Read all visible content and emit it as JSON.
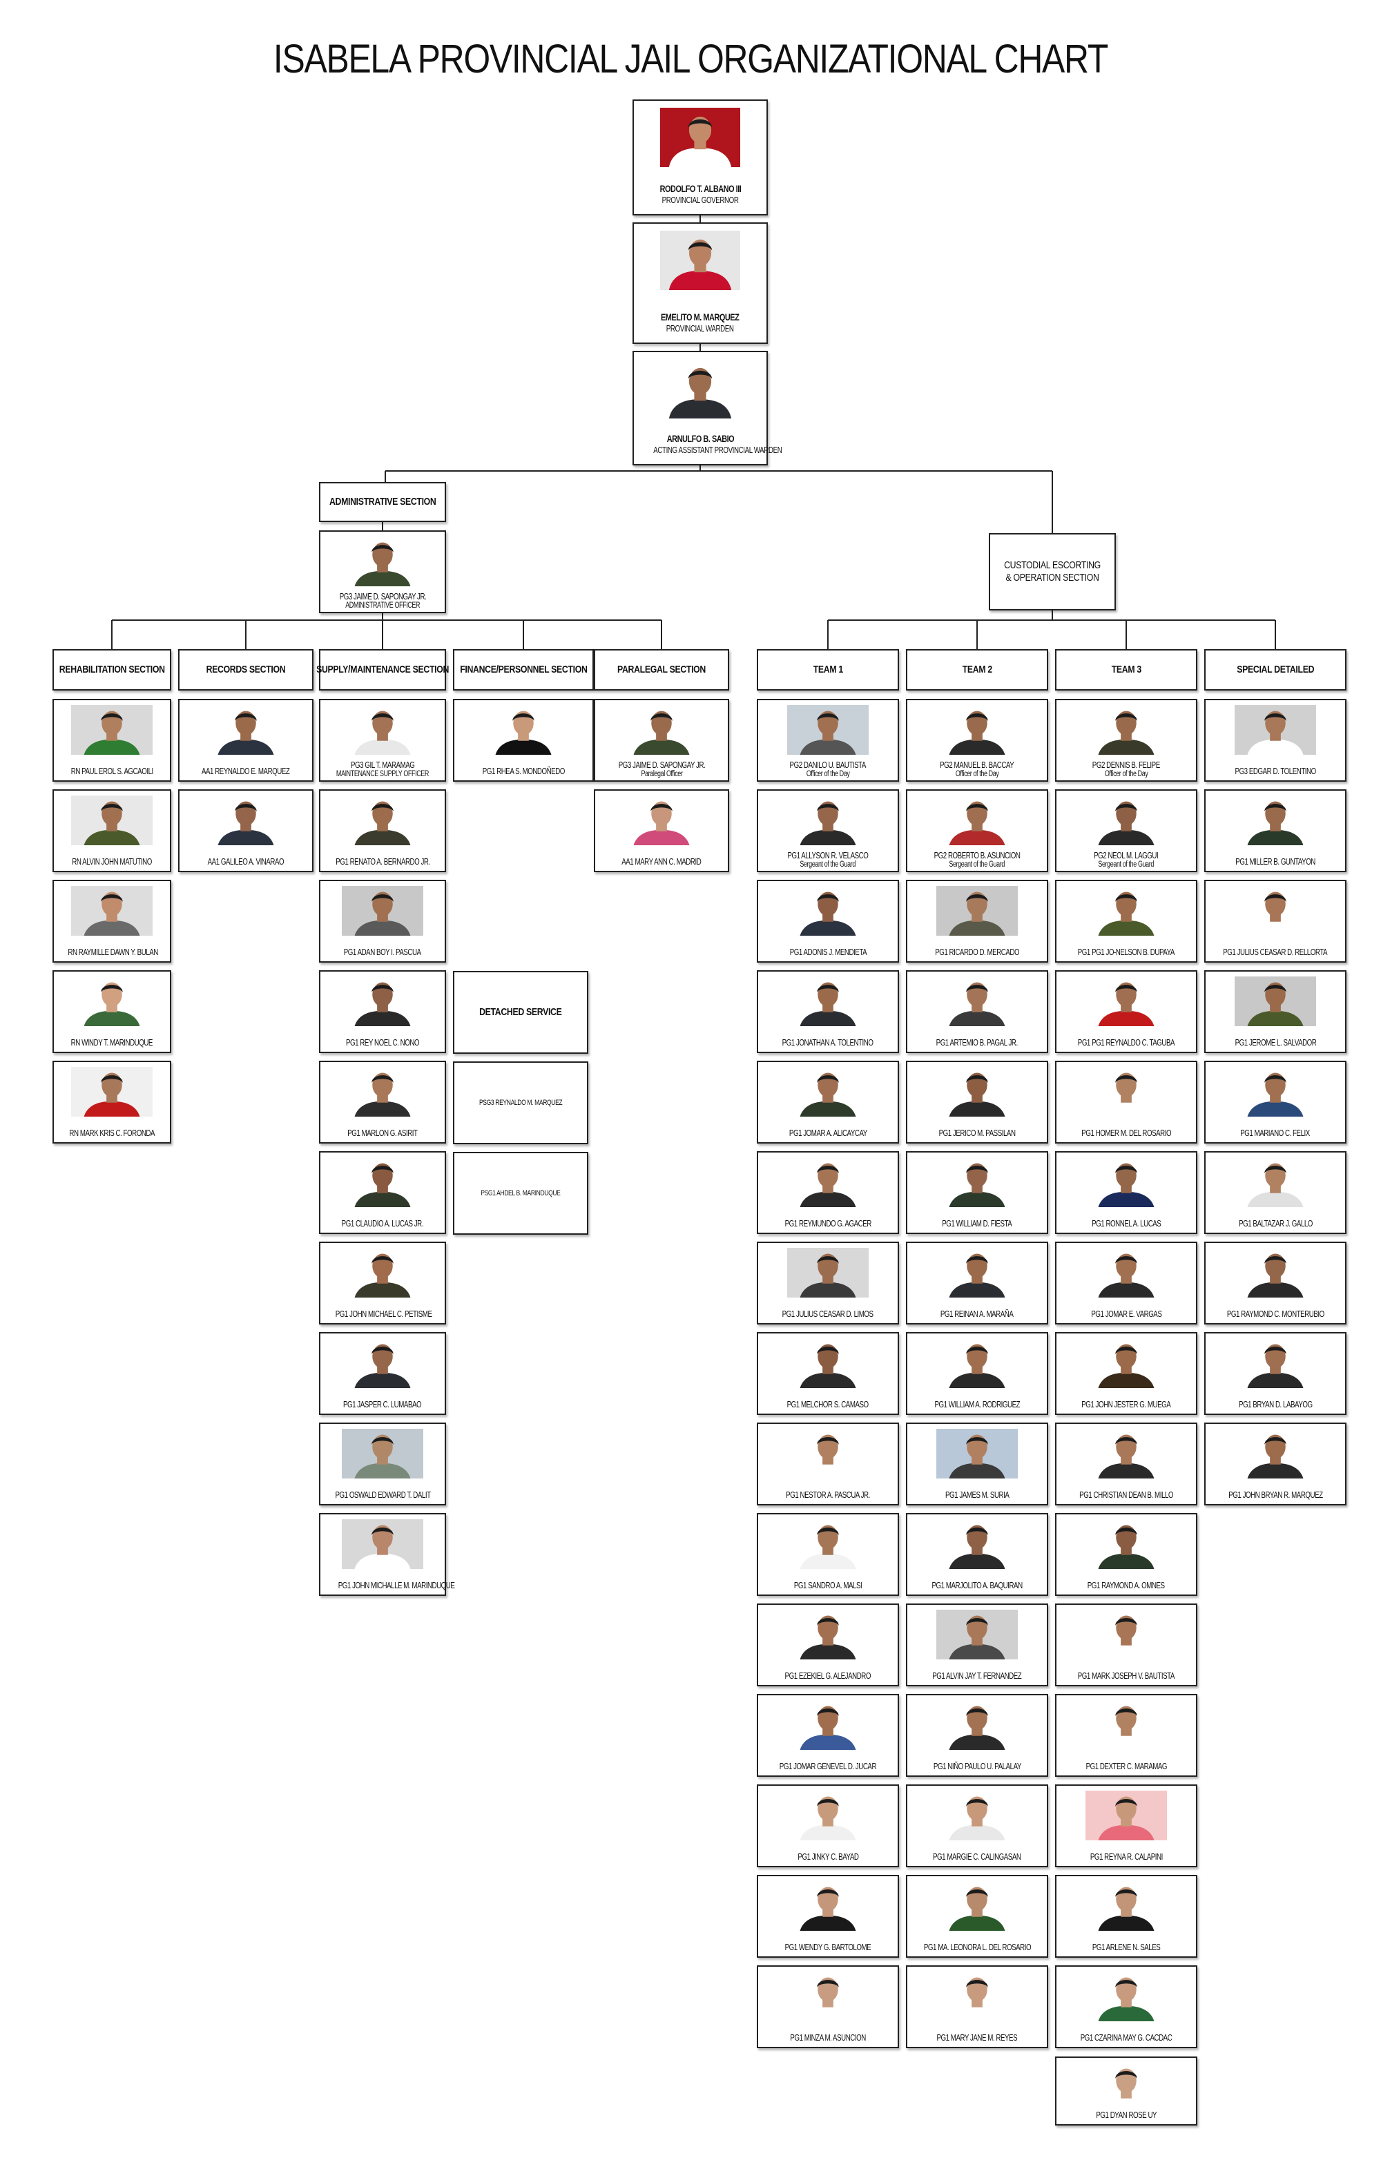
{
  "title": "ISABELA PROVINCIAL JAIL ORGANIZATIONAL CHART",
  "colors": {
    "line": "#222222",
    "box_border": "#222222",
    "background": "#ffffff"
  },
  "top_chain": [
    {
      "name": "RODOLFO T. ALBANO III",
      "role": "PROVINCIAL GOVERNOR",
      "photo": {
        "bg": "#b0141c",
        "shirt": "#ffffff",
        "skin": "#c48b6a"
      }
    },
    {
      "name": "EMELITO M. MARQUEZ",
      "role": "PROVINCIAL WARDEN",
      "photo": {
        "bg": "#e6e6e6",
        "shirt": "#c8102e",
        "skin": "#b88262"
      }
    },
    {
      "name": "ARNULFO B. SABIO",
      "role": "ACTING ASSISTANT PROVINCIAL WARDEN",
      "photo": {
        "bg": "#ffffff",
        "shirt": "#2a2e33",
        "skin": "#9c6c4e"
      }
    }
  ],
  "admin": {
    "header": "ADMINISTRATIVE SECTION",
    "officer": {
      "name": "PG3 JAIME D. SAPONGAY JR.",
      "role": "ADMINISTRATIVE OFFICER",
      "photo": {
        "bg": "#ffffff",
        "shirt": "#3a4a2e",
        "skin": "#9a6a4c"
      }
    }
  },
  "custodial": {
    "header": "CUSTODIAL ESCORTING & OPERATION SECTION"
  },
  "sections": [
    {
      "header": "REHABILITATION SECTION",
      "members": [
        {
          "name": "RN PAUL EROL S. AGCAOILI",
          "role": "",
          "photo": {
            "bg": "#d9d9d9",
            "shirt": "#2e7d32",
            "skin": "#b07f5d"
          }
        },
        {
          "name": "RN ALVIN JOHN MATUTINO",
          "role": "",
          "photo": {
            "bg": "#e8e8e8",
            "shirt": "#4a5a2a",
            "skin": "#a07050"
          }
        },
        {
          "name": "RN RAYMILLE DAWN Y. BULAN",
          "role": "",
          "photo": {
            "bg": "#dddddd",
            "shirt": "#6a6a6a",
            "skin": "#c08c6c"
          }
        },
        {
          "name": "RN WINDY T. MARINDUQUE",
          "role": "",
          "photo": {
            "bg": "#ffffff",
            "shirt": "#3a6a3a",
            "skin": "#d0a080"
          }
        },
        {
          "name": "RN MARK KRIS C. FORONDA",
          "role": "",
          "photo": {
            "bg": "#f0f0f0",
            "shirt": "#c21a1a",
            "skin": "#a8785a"
          }
        }
      ]
    },
    {
      "header": "RECORDS SECTION",
      "members": [
        {
          "name": "AA1 REYNALDO E. MARQUEZ",
          "role": "",
          "photo": {
            "bg": "#ffffff",
            "shirt": "#2b3340",
            "skin": "#9a6a4a"
          }
        },
        {
          "name": "AA1 GALILEO A. VINARAO",
          "role": "",
          "photo": {
            "bg": "#ffffff",
            "shirt": "#2b3340",
            "skin": "#94654a"
          }
        }
      ]
    },
    {
      "header": "SUPPLY/MAINTENANCE SECTION",
      "members": [
        {
          "name": "PG3 GIL T. MARAMAG",
          "role": "MAINTENANCE SUPPLY OFFICER",
          "photo": {
            "bg": "#ffffff",
            "shirt": "#e8e8e8",
            "skin": "#a47254"
          }
        },
        {
          "name": "PG1 RENATO A. BERNARDO JR.",
          "role": "",
          "photo": {
            "bg": "#ffffff",
            "shirt": "#3b3b2e",
            "skin": "#9c6c4c"
          }
        },
        {
          "name": "PG1 ADAN BOY I. PASCUA",
          "role": "",
          "photo": {
            "bg": "#c8c8c8",
            "shirt": "#5a5a5a",
            "skin": "#a07050"
          }
        },
        {
          "name": "PG1 REY NOEL C. NONO",
          "role": "",
          "photo": {
            "bg": "#ffffff",
            "shirt": "#2a2a2a",
            "skin": "#8e6046"
          }
        },
        {
          "name": "PG1 MARLON G. ASIRIT",
          "role": "",
          "photo": {
            "bg": "#ffffff",
            "shirt": "#2e2e2e",
            "skin": "#a87858"
          }
        },
        {
          "name": "PG1 CLAUDIO A. LUCAS JR.",
          "role": "",
          "photo": {
            "bg": "#ffffff",
            "shirt": "#2f3a2a",
            "skin": "#8a5a40"
          }
        },
        {
          "name": "PG1 JOHN MICHAEL C. PETISME",
          "role": "",
          "photo": {
            "bg": "#ffffff",
            "shirt": "#3a3a2a",
            "skin": "#a06c4c"
          }
        },
        {
          "name": "PG1 JASPER C. LUMABAO",
          "role": "",
          "photo": {
            "bg": "#ffffff",
            "shirt": "#2a2e33",
            "skin": "#96664a"
          }
        },
        {
          "name": "PG1 OSWALD EDWARD T. DALIT",
          "role": "",
          "photo": {
            "bg": "#c0c8d0",
            "shirt": "#7a8a7a",
            "skin": "#b08868"
          }
        },
        {
          "name": "PG1 JOHN MICHALLE M. MARINDUQUE",
          "role": "",
          "photo": {
            "bg": "#d8d8d8",
            "shirt": "#ffffff",
            "skin": "#b8866a"
          }
        }
      ]
    },
    {
      "header": "FINANCE/PERSONNEL SECTION",
      "members": [
        {
          "name": "PG1 RHEA S. MONDOÑEDO",
          "role": "",
          "photo": {
            "bg": "#ffffff",
            "shirt": "#111111",
            "skin": "#c99a7a"
          }
        }
      ]
    },
    {
      "header": "PARALEGAL SECTION",
      "members": [
        {
          "name": "PG3 JAIME D. SAPONGAY JR.",
          "role": "Paralegal Officer",
          "photo": {
            "bg": "#ffffff",
            "shirt": "#3a4a2e",
            "skin": "#9a6a4c"
          }
        },
        {
          "name": "AA1 MARY ANN C. MADRID",
          "role": "",
          "photo": {
            "bg": "#ffffff",
            "shirt": "#d04a7a",
            "skin": "#c8967a"
          }
        }
      ]
    }
  ],
  "detached": {
    "header": "DETACHED SERVICE",
    "members": [
      "PSG3 REYNALDO M. MARQUEZ",
      "PSG1 AHDEL B. MARINDUQUE"
    ]
  },
  "teams": [
    {
      "header": "TEAM 1",
      "members": [
        {
          "name": "PG2 DANILO U. BAUTISTA",
          "role": "Officer of the Day",
          "photo": {
            "bg": "#c8d0d8",
            "shirt": "#555555",
            "skin": "#a07050"
          }
        },
        {
          "name": "PG1 ALLYSON R. VELASCO",
          "role": "Sergeant of the Guard",
          "photo": {
            "bg": "#ffffff",
            "shirt": "#2a2a2a",
            "skin": "#96664a"
          }
        },
        {
          "name": "PG1 ADONIS J. MENDIETA",
          "role": "",
          "photo": {
            "bg": "#ffffff",
            "shirt": "#2b3340",
            "skin": "#8e5e44"
          }
        },
        {
          "name": "PG1 JONATHAN A. TOLENTINO",
          "role": "",
          "photo": {
            "bg": "#ffffff",
            "shirt": "#2a2e33",
            "skin": "#9a6a4a"
          }
        },
        {
          "name": "PG1 JOMAR A. ALICAYCAY",
          "role": "",
          "photo": {
            "bg": "#ffffff",
            "shirt": "#2e3a2a",
            "skin": "#a06e50"
          }
        },
        {
          "name": "PG1 REYMUNDO G. AGACER",
          "role": "",
          "photo": {
            "bg": "#ffffff",
            "shirt": "#2a2a2a",
            "skin": "#a47454"
          }
        },
        {
          "name": "PG1 JULIUS CEASAR D. LIMOS",
          "role": "",
          "photo": {
            "bg": "#d8d8d8",
            "shirt": "#3a3a3a",
            "skin": "#9c6c4e"
          }
        },
        {
          "name": "PG1 MELCHOR S. CAMASO",
          "role": "",
          "photo": {
            "bg": "#ffffff",
            "shirt": "#2b2b2b",
            "skin": "#8a5c42"
          }
        },
        {
          "name": "PG1 NESTOR A. PASCUA JR.",
          "role": "",
          "photo": {
            "bg": "#ffffff",
            "shirt": "#ffffff",
            "skin": "#b08060"
          }
        },
        {
          "name": "PG1 SANDRO A. MALSI",
          "role": "",
          "photo": {
            "bg": "#ffffff",
            "shirt": "#f2f2f2",
            "skin": "#a47656"
          }
        },
        {
          "name": "PG1 EZEKIEL G. ALEJANDRO",
          "role": "",
          "photo": {
            "bg": "#ffffff",
            "shirt": "#2a2a2a",
            "skin": "#a27050"
          }
        },
        {
          "name": "PG1 JOMAR GENEVEL D. JUCAR",
          "role": "",
          "photo": {
            "bg": "#ffffff",
            "shirt": "#3a5a9a",
            "skin": "#a06e4e"
          }
        },
        {
          "name": "PG1 JINKY C. BAYAD",
          "role": "",
          "photo": {
            "bg": "#ffffff",
            "shirt": "#f0f0f0",
            "skin": "#c89a7c"
          }
        },
        {
          "name": "PG1 WENDY G. BARTOLOME",
          "role": "",
          "photo": {
            "bg": "#ffffff",
            "shirt": "#1a1a1a",
            "skin": "#c4967a"
          }
        },
        {
          "name": "PG1 MINZA M. ASUNCION",
          "role": "",
          "photo": {
            "bg": "#ffffff",
            "shirt": "#ffffff",
            "skin": "#c89c80"
          }
        }
      ]
    },
    {
      "header": "TEAM 2",
      "members": [
        {
          "name": "PG2 MANUEL B. BACCAY",
          "role": "Officer of the Day",
          "photo": {
            "bg": "#ffffff",
            "shirt": "#2a2a2a",
            "skin": "#9a6a4c"
          }
        },
        {
          "name": "PG2 ROBERTO B. ASUNCION",
          "role": "Sergeant of the Guard",
          "photo": {
            "bg": "#ffffff",
            "shirt": "#b22a2a",
            "skin": "#a06e50"
          }
        },
        {
          "name": "PG1 RICARDO D. MERCADO",
          "role": "",
          "photo": {
            "bg": "#c8c8c8",
            "shirt": "#5a5a4a",
            "skin": "#a87a5c"
          }
        },
        {
          "name": "PG1 ARTEMIO B. PAGAL JR.",
          "role": "",
          "photo": {
            "bg": "#ffffff",
            "shirt": "#3a3a3a",
            "skin": "#a47456"
          }
        },
        {
          "name": "PG1 JERICO M. PASSILAN",
          "role": "",
          "photo": {
            "bg": "#ffffff",
            "shirt": "#2a2a2a",
            "skin": "#8e5e42"
          }
        },
        {
          "name": "PG1 WILLIAM D. FIESTA",
          "role": "",
          "photo": {
            "bg": "#ffffff",
            "shirt": "#2b3a2a",
            "skin": "#94644a"
          }
        },
        {
          "name": "PG1 REINAN A. MARAÑA",
          "role": "",
          "photo": {
            "bg": "#ffffff",
            "shirt": "#2a2e33",
            "skin": "#9a6a4a"
          }
        },
        {
          "name": "PG1 WILLIAM A. RODRIGUEZ",
          "role": "",
          "photo": {
            "bg": "#ffffff",
            "shirt": "#2a2a2a",
            "skin": "#a06e4e"
          }
        },
        {
          "name": "PG1 JAMES M. SURIA",
          "role": "",
          "photo": {
            "bg": "#b8c8d8",
            "shirt": "#3a3a3a",
            "skin": "#b08060"
          }
        },
        {
          "name": "PG1 MARJOLITO A. BAQUIRAN",
          "role": "",
          "photo": {
            "bg": "#ffffff",
            "shirt": "#2a2a2a",
            "skin": "#8e6046"
          }
        },
        {
          "name": "PG1 ALVIN JAY T. FERNANDEZ",
          "role": "",
          "photo": {
            "bg": "#d0d0d0",
            "shirt": "#4a4a4a",
            "skin": "#a87858"
          }
        },
        {
          "name": "PG1 NIÑO PAULO U. PALALAY",
          "role": "",
          "photo": {
            "bg": "#ffffff",
            "shirt": "#2a2a2a",
            "skin": "#a27252"
          }
        },
        {
          "name": "PG1 MARGIE C. CALINGASAN",
          "role": "",
          "photo": {
            "bg": "#ffffff",
            "shirt": "#e8e8e8",
            "skin": "#c8987a"
          }
        },
        {
          "name": "PG1 MA. LEONORA L. DEL ROSARIO",
          "role": "",
          "photo": {
            "bg": "#ffffff",
            "shirt": "#2a5a2a",
            "skin": "#b88a6c"
          }
        },
        {
          "name": "PG1 MARY JANE M. REYES",
          "role": "",
          "photo": {
            "bg": "#ffffff",
            "shirt": "#ffffff",
            "skin": "#c89a7e"
          }
        }
      ]
    },
    {
      "header": "TEAM 3",
      "members": [
        {
          "name": "PG2 DENNIS B. FELIPE",
          "role": "Officer of the Day",
          "photo": {
            "bg": "#ffffff",
            "shirt": "#3a3a2a",
            "skin": "#9a6a4c"
          }
        },
        {
          "name": "PG2 NEOL M. LAGGUI",
          "role": "Sergeant of the Guard",
          "photo": {
            "bg": "#ffffff",
            "shirt": "#2a2a2a",
            "skin": "#8e6046"
          }
        },
        {
          "name": "PG1 PG1 JO-NELSON B. DUPAYA",
          "role": "",
          "photo": {
            "bg": "#ffffff",
            "shirt": "#4a5a2a",
            "skin": "#9c6c4c"
          }
        },
        {
          "name": "PG1 PG1 REYNALDO C. TAGUBA",
          "role": "",
          "photo": {
            "bg": "#ffffff",
            "shirt": "#c21a1a",
            "skin": "#a06e50"
          }
        },
        {
          "name": "PG1 HOMER M. DEL ROSARIO",
          "role": "",
          "photo": {
            "bg": "#ffffff",
            "shirt": "#ffffff",
            "skin": "#b08262"
          }
        },
        {
          "name": "PG1 RONNEL A. LUCAS",
          "role": "",
          "photo": {
            "bg": "#ffffff",
            "shirt": "#1a2a5a",
            "skin": "#94664a"
          }
        },
        {
          "name": "PG1 JOMAR E. VARGAS",
          "role": "",
          "photo": {
            "bg": "#ffffff",
            "shirt": "#2a2a2a",
            "skin": "#a07050"
          }
        },
        {
          "name": "PG1 JOHN JESTER G. MUEGA",
          "role": "",
          "photo": {
            "bg": "#ffffff",
            "shirt": "#3a2a1a",
            "skin": "#9a6a4a"
          }
        },
        {
          "name": "PG1 CHRISTIAN DEAN B. MILLO",
          "role": "",
          "photo": {
            "bg": "#ffffff",
            "shirt": "#2a2a2a",
            "skin": "#a87858"
          }
        },
        {
          "name": "PG1 RAYMOND A. OMNES",
          "role": "",
          "photo": {
            "bg": "#ffffff",
            "shirt": "#2a3a2a",
            "skin": "#8a5c42"
          }
        },
        {
          "name": "PG1 MARK JOSEPH V. BAUTISTA",
          "role": "",
          "photo": {
            "bg": "#ffffff",
            "shirt": "#ffffff",
            "skin": "#a87656"
          }
        },
        {
          "name": "PG1 DEXTER C. MARAMAG",
          "role": "",
          "photo": {
            "bg": "#ffffff",
            "shirt": "#ffffff",
            "skin": "#b08262"
          }
        },
        {
          "name": "PG1 REYNA R. CALAPINI",
          "role": "",
          "photo": {
            "bg": "#f4c8c8",
            "shirt": "#e86a7a",
            "skin": "#c8987a"
          }
        },
        {
          "name": "PG1 ARLENE N. SALES",
          "role": "",
          "photo": {
            "bg": "#ffffff",
            "shirt": "#1a1a1a",
            "skin": "#c29478"
          }
        },
        {
          "name": "PG1 CZARINA MAY G. CACDAC",
          "role": "",
          "photo": {
            "bg": "#ffffff",
            "shirt": "#2a6a3a",
            "skin": "#c89a7e"
          }
        },
        {
          "name": "PG1 DYAN ROSE UY",
          "role": "",
          "photo": {
            "bg": "#ffffff",
            "shirt": "#ffffff",
            "skin": "#caa084"
          }
        }
      ]
    },
    {
      "header": "SPECIAL DETAILED",
      "members": [
        {
          "name": "PG3 EDGAR D. TOLENTINO",
          "role": "",
          "photo": {
            "bg": "#d0d0d0",
            "shirt": "#ffffff",
            "skin": "#a87858"
          }
        },
        {
          "name": "PG1 MILLER B. GUNTAYON",
          "role": "",
          "photo": {
            "bg": "#ffffff",
            "shirt": "#2a3a2a",
            "skin": "#9a6a4c"
          }
        },
        {
          "name": "PG1 JULIUS CEASAR D. RELLORTA",
          "role": "",
          "photo": {
            "bg": "#ffffff",
            "shirt": "#ffffff",
            "skin": "#a87656"
          }
        },
        {
          "name": "PG1 JEROME L. SALVADOR",
          "role": "",
          "photo": {
            "bg": "#c8c8c8",
            "shirt": "#4a5a2a",
            "skin": "#9a6a4a"
          }
        },
        {
          "name": "PG1 MARIANO C. FELIX",
          "role": "",
          "photo": {
            "bg": "#ffffff",
            "shirt": "#2a4a7a",
            "skin": "#a07050"
          }
        },
        {
          "name": "PG1 BALTAZAR J. GALLO",
          "role": "",
          "photo": {
            "bg": "#ffffff",
            "shirt": "#e0e0e0",
            "skin": "#b08262"
          }
        },
        {
          "name": "PG1 RAYMOND C. MONTERUBIO",
          "role": "",
          "photo": {
            "bg": "#ffffff",
            "shirt": "#2a2a2a",
            "skin": "#94664a"
          }
        },
        {
          "name": "PG1 BRYAN D. LABAYOG",
          "role": "",
          "photo": {
            "bg": "#ffffff",
            "shirt": "#2a2a2a",
            "skin": "#a06e50"
          }
        },
        {
          "name": "PG1 JOHN BRYAN R. MARQUEZ",
          "role": "",
          "photo": {
            "bg": "#ffffff",
            "shirt": "#2a2a2a",
            "skin": "#9c6c4c"
          }
        }
      ]
    }
  ]
}
